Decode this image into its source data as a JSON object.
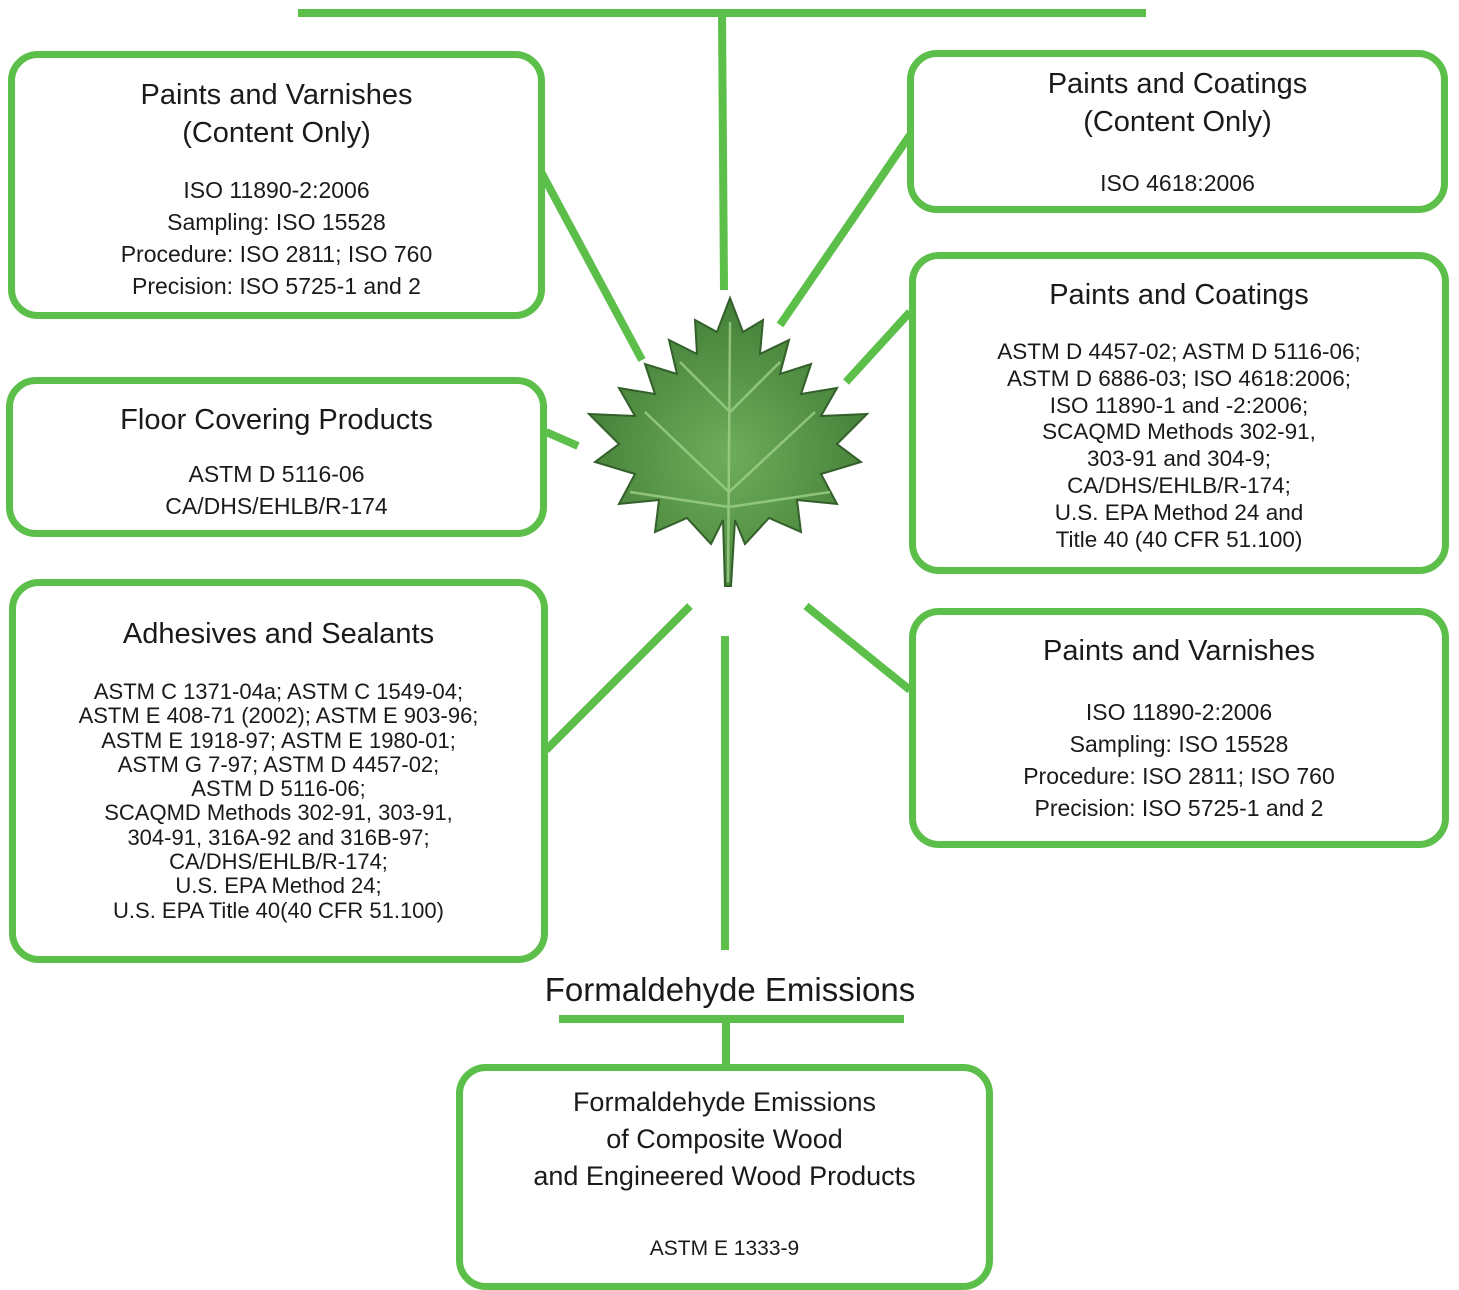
{
  "boxes": {
    "paints_varnishes_content": {
      "title": "Paints and Varnishes\n(Content Only)",
      "body": "ISO 11890-2:2006\nSampling: ISO 15528\nProcedure: ISO 2811; ISO 760\nPrecision: ISO 5725-1 and 2"
    },
    "floor_covering": {
      "title": "Floor Covering Products",
      "body": "ASTM D 5116-06\nCA/DHS/EHLB/R-174"
    },
    "adhesives_sealants": {
      "title": "Adhesives and Sealants",
      "body": "ASTM C 1371-04a; ASTM C 1549-04;\nASTM E 408-71 (2002); ASTM E 903-96;\nASTM E 1918-97; ASTM E 1980-01;\nASTM G 7-97; ASTM D 4457-02;\nASTM D 5116-06;\nSCAQMD Methods 302-91, 303-91,\n304-91, 316A-92 and 316B-97;\nCA/DHS/EHLB/R-174;\nU.S. EPA Method 24;\nU.S. EPA Title 40(40 CFR 51.100)"
    },
    "paints_coatings_content": {
      "title": "Paints and Coatings\n(Content Only)",
      "body": "ISO 4618:2006"
    },
    "paints_coatings": {
      "title": "Paints and Coatings",
      "body": "ASTM D 4457-02; ASTM D 5116-06;\nASTM D 6886-03; ISO 4618:2006;\nISO 11890-1 and -2:2006;\nSCAQMD Methods 302-91,\n303-91 and 304-9;\nCA/DHS/EHLB/R-174;\nU.S. EPA Method 24 and\nTitle 40 (40 CFR 51.100)"
    },
    "paints_varnishes": {
      "title": "Paints and Varnishes",
      "body": "ISO 11890-2:2006\nSampling: ISO 15528\nProcedure: ISO 2811; ISO 760\nPrecision: ISO 5725-1 and 2"
    },
    "formaldehyde_wood": {
      "title": "Formaldehyde Emissions\nof Composite Wood\nand Engineered Wood Products",
      "body": "ASTM E 1333-9"
    }
  },
  "section_title": "Formaldehyde Emissions",
  "colors": {
    "connector": "#5cbf4a",
    "leaf_dark": "#3f7a33",
    "leaf_light": "#6fae5c"
  },
  "icons": {
    "center": "maple-leaf-icon"
  }
}
